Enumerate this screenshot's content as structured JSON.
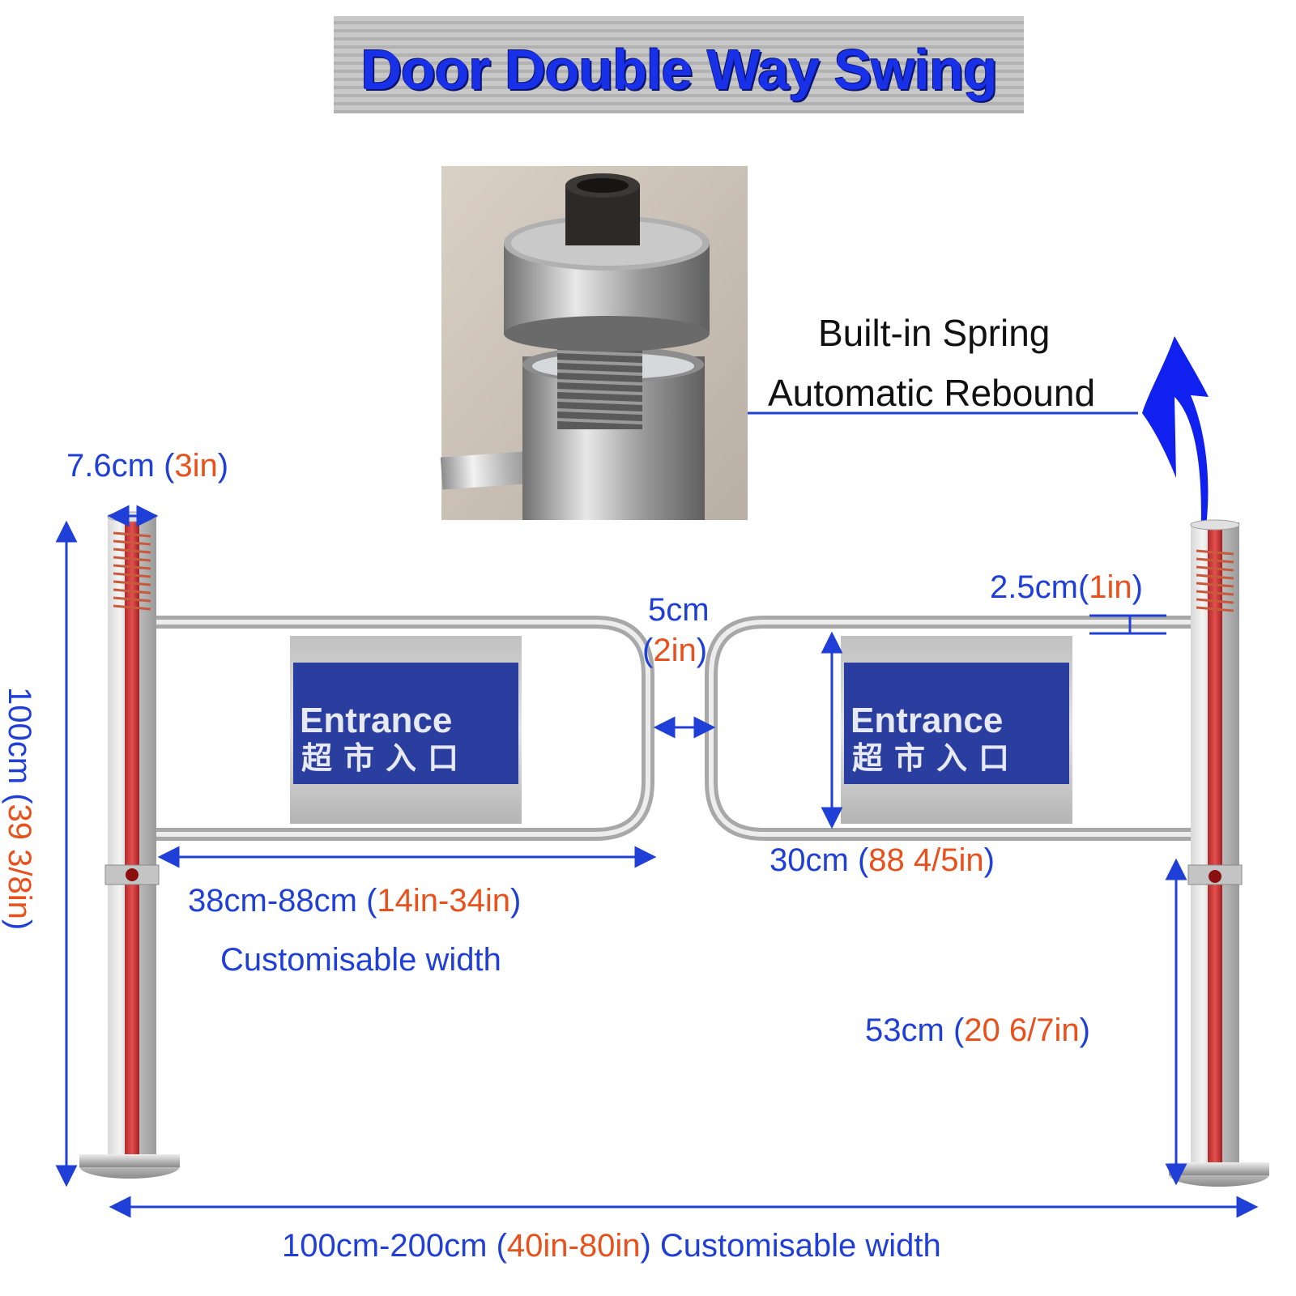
{
  "title": "Door Double Way Swing",
  "spring": {
    "line1": "Built-in Spring",
    "line2": "Automatic Rebound"
  },
  "signs": {
    "english": "Entrance",
    "chinese": "超市入口"
  },
  "dimensions": {
    "post_diameter": {
      "cm": "7.6cm",
      "open": "(",
      "inch": "3in",
      "close": ")"
    },
    "height": {
      "cm": "100cm",
      "open": "(",
      "inch": "39 3/8in",
      "close": ")"
    },
    "gap": {
      "cm": "5cm",
      "open": "(",
      "inch": "2in",
      "close": ")"
    },
    "tube": {
      "cm": "2.5cm",
      "open": "(",
      "inch": "1in",
      "close": ")"
    },
    "arm_width": {
      "cm": "38cm-88cm",
      "open": "(",
      "inch": "14in-34in",
      "close": ")",
      "note": "Customisable width"
    },
    "arm_height": {
      "cm": "30cm",
      "open": "(",
      "inch": "88 4/5in",
      "close": ")"
    },
    "arm_elevation": {
      "cm": "53cm",
      "open": "(",
      "inch": "20 6/7in",
      "close": ")"
    },
    "total_width": {
      "cm": "100cm-200cm",
      "open": "(",
      "inch": "40in-80in",
      "close": ")",
      "note": "Customisable width"
    }
  },
  "colors": {
    "dimension_blue": "#1f3fd6",
    "inch_orange": "#e8501c",
    "sign_blue": "#2a3ea0",
    "title_blue": "#1830e8"
  }
}
